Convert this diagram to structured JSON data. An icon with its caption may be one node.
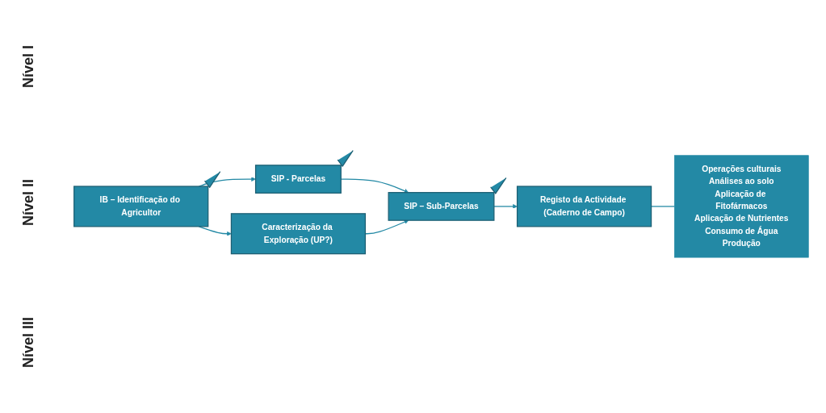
{
  "diagram": {
    "nodes": [
      {
        "text": [
          "IB – Identificação do Agricultor"
        ]
      },
      {
        "text": [
          "SIP - Parcelas"
        ]
      },
      {
        "text": [
          "Caracterização da Exploração (UP?)"
        ]
      },
      {
        "text": [
          "SIP – Sub-Parcelas"
        ]
      },
      {
        "text": [
          "Registo da Actividade (Caderno de Campo)"
        ]
      },
      {
        "text": [
          "Operações culturais",
          "Análises ao solo",
          "Aplicação de Fitofármacos",
          "Aplicação de Nutrientes",
          "Consumo de Água",
          "Produção"
        ]
      }
    ],
    "edges": [
      {
        "from": 0,
        "to": 1,
        "arrow": "to"
      },
      {
        "from": 0,
        "to": 2,
        "arrow": "to"
      },
      {
        "from": 1,
        "to": 3,
        "arrow": "to"
      },
      {
        "from": 2,
        "to": 3,
        "arrow": "to"
      },
      {
        "from": 3,
        "to": 4,
        "arrow": "to"
      },
      {
        "from": 4,
        "to": 5,
        "arrow": "none"
      }
    ],
    "labels": [
      "Nível I",
      "Nível II",
      "Nível III"
    ]
  }
}
